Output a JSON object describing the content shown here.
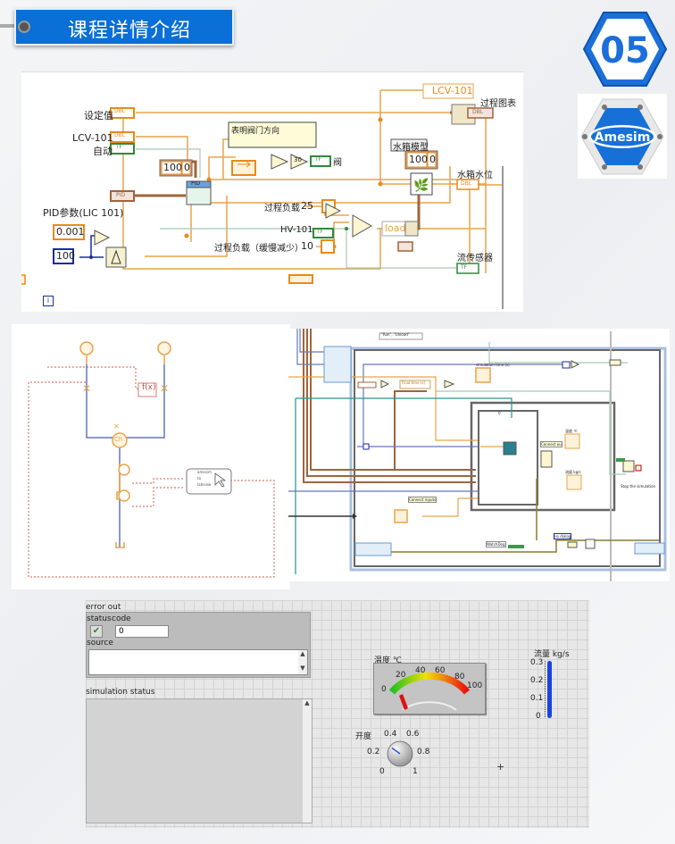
{
  "header": {
    "title": "课程详情介绍",
    "section_number": "05",
    "logo_text": "Amesim"
  },
  "colors": {
    "brand_blue": "#0a6fd6",
    "wire_orange": "#e98a1a",
    "wire_brown": "#a0643c",
    "wire_green": "#2f8a3a",
    "wire_blue": "#1a2aa8",
    "gauge_needle": "#e01010",
    "meter_fill": "#1a44e0"
  },
  "diagram1": {
    "setpoint_label": "设定值",
    "setpoint_type": "DBL",
    "lcv_label": "LCV-101",
    "lcv_type": "DBL",
    "auto_label": "自动",
    "auto_type": "TF",
    "array_const": [
      "100",
      "0"
    ],
    "pid_params_label": "PID参数(LIC 101)",
    "pid_params_type": "PID",
    "pid_block": "PID",
    "const_0001": "0.001",
    "const_100": "100",
    "comment": "表明阀门方向",
    "valve_label": "阀",
    "valve_type": "TF",
    "valve_const": "30",
    "tank_label": "水箱模型",
    "tank_array": [
      "100",
      "0"
    ],
    "lcv_local": "LCV-101",
    "chart_label": "过程图表",
    "chart_type": "DBL",
    "level_label": "水箱水位",
    "level_type": "DBL",
    "load_label": "过程负载",
    "load_value": "25",
    "hv_label": "HV-101",
    "hv_type": "TF",
    "load_slow_label": "过程负载（缓慢减少）",
    "load_slow_value": "10",
    "load_node": "load",
    "flow_sensor_label": "流传感器",
    "flow_sensor_type": "TF",
    "iteration": "i"
  },
  "diagram2": {
    "fx_block": "f(x)",
    "ch_block": "Ch",
    "cosim_block": [
      "amesim",
      "to",
      "labview"
    ]
  },
  "diagram3": {
    "case_selector": "\"Run\", \"Unload\"",
    "sim_time_label": "simulation time (s)",
    "final_time_label": "Final time (s)",
    "connect_inputs": "Connect inputs",
    "connect_outputs": "Connect ou",
    "temp_label": "温度 ℃",
    "flow_label": "流量 kg/s",
    "stop_label": "Stop the simulation",
    "watchdog": "WatchDog",
    "no_dialog": "no dialog",
    "inner_case": "0",
    "stop_type": "TF"
  },
  "front_panel": {
    "error_out": {
      "label": "error out",
      "status_label": "status",
      "code_label": "code",
      "code_value": "0",
      "source_label": "source",
      "source_value": ""
    },
    "simulation_status": {
      "label": "simulation status",
      "value": ""
    },
    "temperature_gauge": {
      "label": "温度 ℃",
      "ticks": [
        "0",
        "20",
        "40",
        "60",
        "80",
        "100"
      ],
      "min": 0,
      "max": 100,
      "value": 5
    },
    "flow_meter": {
      "label": "流量 kg/s",
      "ticks": [
        "0",
        "0.1",
        "0.2",
        "0.3"
      ],
      "min": 0,
      "max": 0.3,
      "value": 0.3
    },
    "opening_knob": {
      "label": "开度",
      "ticks": [
        "0",
        "0.2",
        "0.4",
        "0.6",
        "0.8",
        "1"
      ],
      "min": 0,
      "max": 1,
      "value": 0.3
    }
  }
}
